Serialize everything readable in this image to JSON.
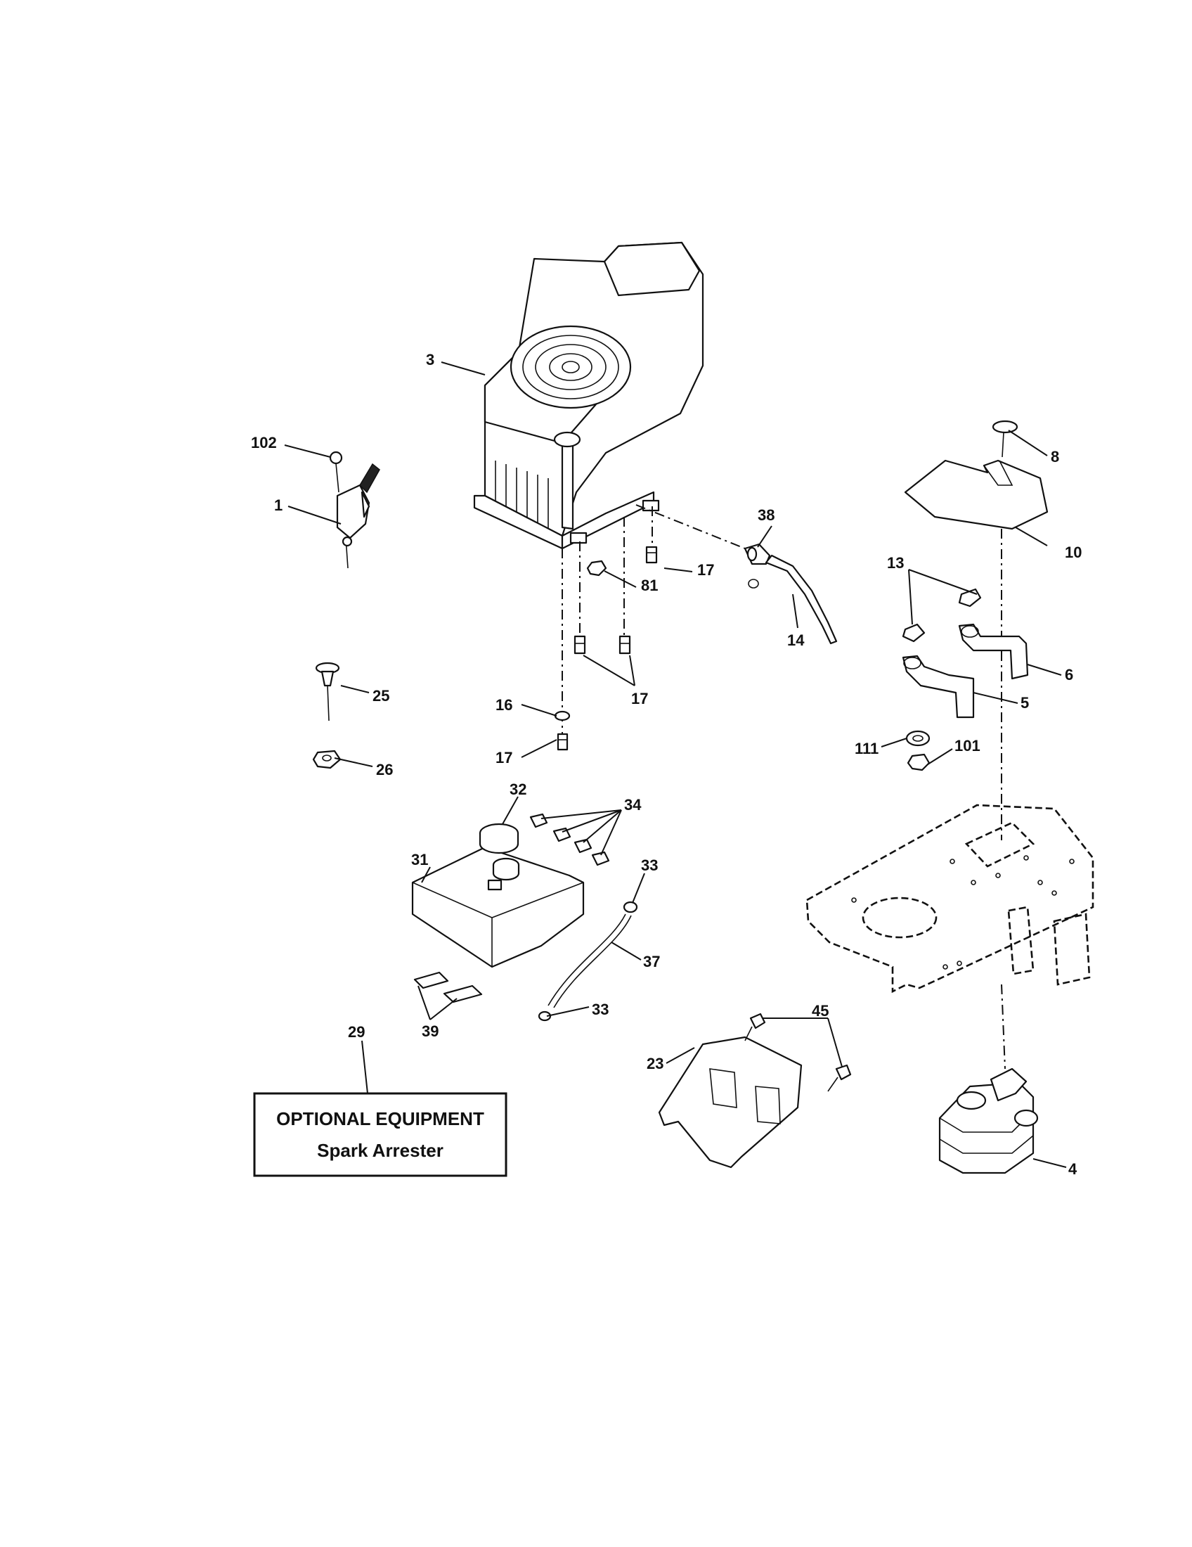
{
  "callouts": {
    "c1": "1",
    "c3": "3",
    "c4": "4",
    "c5": "5",
    "c6": "6",
    "c8": "8",
    "c10": "10",
    "c13": "13",
    "c14": "14",
    "c16": "16",
    "c17a": "17",
    "c17b": "17",
    "c17c": "17",
    "c23": "23",
    "c25": "25",
    "c26": "26",
    "c29": "29",
    "c31": "31",
    "c32": "32",
    "c33a": "33",
    "c33b": "33",
    "c34": "34",
    "c37": "37",
    "c38": "38",
    "c39": "39",
    "c45": "45",
    "c81": "81",
    "c101": "101",
    "c102": "102",
    "c111": "111"
  },
  "optional_box": {
    "line1": "OPTIONAL EQUIPMENT",
    "line2": "Spark Arrester"
  }
}
